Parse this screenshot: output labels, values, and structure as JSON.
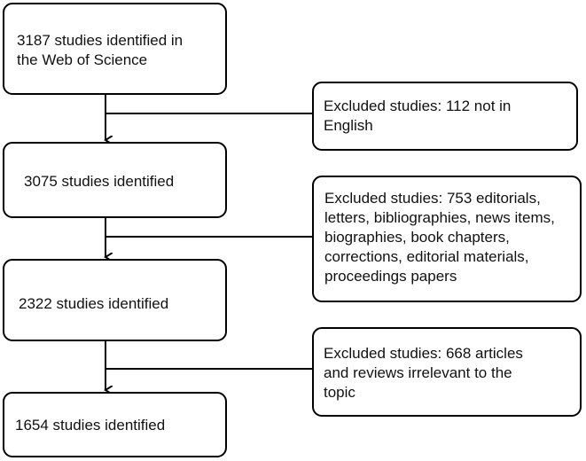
{
  "flow": {
    "steps": [
      {
        "lines": [
          "3187 studies  identified in",
          "the Web of Science"
        ]
      },
      {
        "lines": [
          "3075 studies identified"
        ]
      },
      {
        "lines": [
          "2322 studies identified"
        ]
      },
      {
        "lines": [
          "1654 studies identified"
        ]
      }
    ],
    "exclusions": [
      {
        "lines": [
          "Excluded studies: 112 not in",
          "English"
        ]
      },
      {
        "lines": [
          "Excluded studies: 753 editorials,",
          "letters, bibliographies, news items,",
          "biographies, book chapters,",
          "corrections, editorial materials,",
          "proceedings papers"
        ]
      },
      {
        "lines": [
          "Excluded studies: 668 articles",
          "and reviews irrelevant to the",
          "topic"
        ]
      }
    ]
  },
  "colors": {
    "stroke": "#000000",
    "text": "#111111",
    "background": "#ffffff"
  }
}
